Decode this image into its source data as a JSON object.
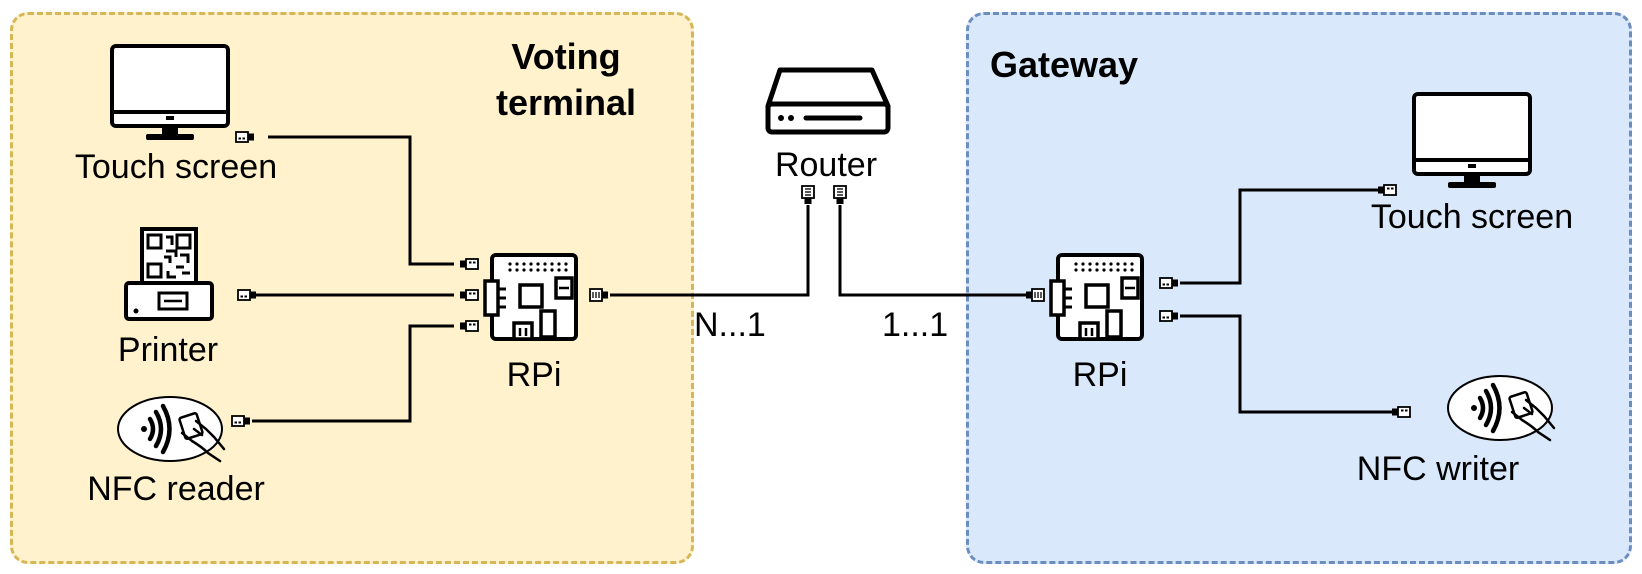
{
  "groups": {
    "voting_terminal": {
      "title": "Voting\nterminal",
      "border_color": "#d6b656",
      "fill_color": "#fff2cc"
    },
    "gateway": {
      "title": "Gateway",
      "border_color": "#6c8ebf",
      "fill_color": "#dae8fc"
    }
  },
  "devices": {
    "terminal_touch_screen": {
      "label": "Touch screen",
      "icon": "monitor-icon"
    },
    "terminal_printer": {
      "label": "Printer",
      "icon": "printer-icon"
    },
    "terminal_nfc_reader": {
      "label": "NFC reader",
      "icon": "nfc-icon"
    },
    "terminal_rpi": {
      "label": "RPi",
      "icon": "raspberry-pi-board-icon"
    },
    "router": {
      "label": "Router",
      "icon": "router-icon"
    },
    "gateway_rpi": {
      "label": "RPi",
      "icon": "raspberry-pi-board-icon"
    },
    "gateway_touch_screen": {
      "label": "Touch screen",
      "icon": "monitor-icon"
    },
    "gateway_nfc_writer": {
      "label": "NFC writer",
      "icon": "nfc-icon"
    }
  },
  "links": {
    "terminal_to_router": {
      "multiplicity": "N...1"
    },
    "router_to_gateway": {
      "multiplicity": "1...1"
    }
  }
}
